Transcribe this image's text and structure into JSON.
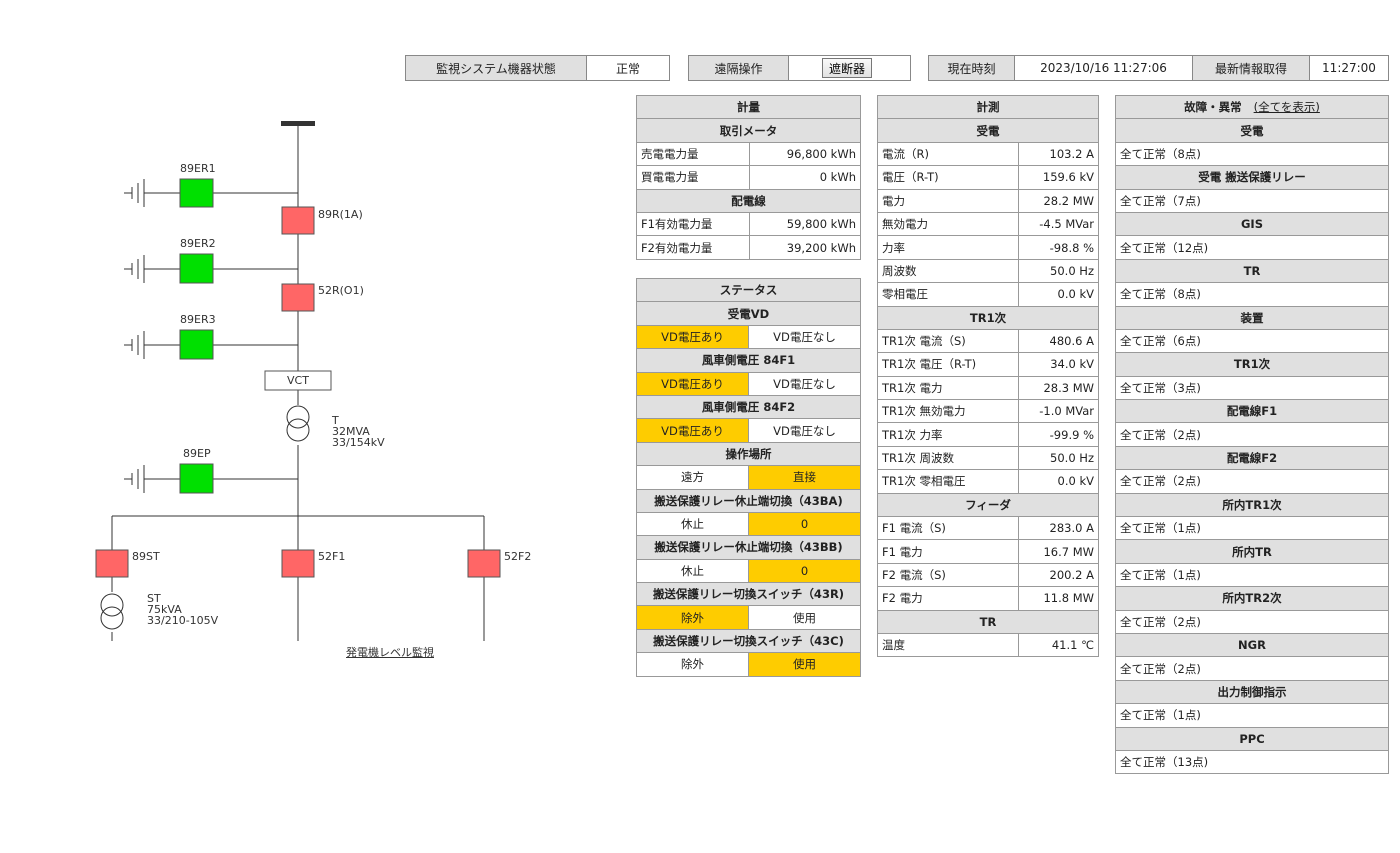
{
  "topbar": {
    "monitor_label": "監視システム機器状態",
    "monitor_value": "正常",
    "remote_label": "遠隔操作",
    "remote_button": "遮断器",
    "time_label": "現在時刻",
    "time_value": "2023/10/16 11:27:06",
    "latest_label": "最新情報取得",
    "latest_value": "11:27:00"
  },
  "diagram": {
    "labels": {
      "er1": "89ER1",
      "r1a": "89R(1A)",
      "er2": "89ER2",
      "r52": "52R(O1)",
      "er3": "89ER3",
      "vct": "VCT",
      "t_name": "T",
      "t_cap": "32MVA",
      "t_volt": "33/154kV",
      "ep": "89EP",
      "st_sw": "89ST",
      "f1": "52F1",
      "f2": "52F2",
      "st_name": "ST",
      "st_cap": "75kVA",
      "st_volt": "33/210-105V"
    },
    "link": "発電機レベル監視",
    "colors": {
      "closed": "#ff6666",
      "open": "#00e000"
    }
  },
  "meter": {
    "title": "計量",
    "section1": "取引メータ",
    "rows1": [
      {
        "label": "売電電力量",
        "value": "96,800 kWh"
      },
      {
        "label": "買電電力量",
        "value": "0 kWh"
      }
    ],
    "section2": "配電線",
    "rows2": [
      {
        "label": "F1有効電力量",
        "value": "59,800 kWh"
      },
      {
        "label": "F2有効電力量",
        "value": "39,200 kWh"
      }
    ]
  },
  "status": {
    "title": "ステータス",
    "rows": [
      {
        "header": "受電VD",
        "left": "VD電圧あり",
        "right": "VD電圧なし",
        "active": "left"
      },
      {
        "header": "風車側電圧 84F1",
        "left": "VD電圧あり",
        "right": "VD電圧なし",
        "active": "left"
      },
      {
        "header": "風車側電圧 84F2",
        "left": "VD電圧あり",
        "right": "VD電圧なし",
        "active": "left"
      },
      {
        "header": "操作場所",
        "left": "遠方",
        "right": "直接",
        "active": "right"
      },
      {
        "header": "搬送保護リレー休止端切換（43BA)",
        "left": "休止",
        "right": "0",
        "active": "right"
      },
      {
        "header": "搬送保護リレー休止端切換（43BB)",
        "left": "休止",
        "right": "0",
        "active": "right"
      },
      {
        "header": "搬送保護リレー切換スイッチ（43R)",
        "left": "除外",
        "right": "使用",
        "active": "left"
      },
      {
        "header": "搬送保護リレー切換スイッチ（43C)",
        "left": "除外",
        "right": "使用",
        "active": "right"
      }
    ],
    "active_color": "#fecc00"
  },
  "measure": {
    "title": "計測",
    "sections": [
      {
        "header": "受電",
        "rows": [
          {
            "label": "電流（R)",
            "value": "103.2 A"
          },
          {
            "label": "電圧（R-T)",
            "value": "159.6 kV"
          },
          {
            "label": "電力",
            "value": "28.2 MW"
          },
          {
            "label": "無効電力",
            "value": "-4.5 MVar"
          },
          {
            "label": "力率",
            "value": "-98.8 %"
          },
          {
            "label": "周波数",
            "value": "50.0 Hz"
          },
          {
            "label": "零相電圧",
            "value": "0.0 kV"
          }
        ]
      },
      {
        "header": "TR1次",
        "rows": [
          {
            "label": "TR1次 電流（S)",
            "value": "480.6 A"
          },
          {
            "label": "TR1次 電圧（R-T)",
            "value": "34.0 kV"
          },
          {
            "label": "TR1次 電力",
            "value": "28.3 MW"
          },
          {
            "label": "TR1次 無効電力",
            "value": "-1.0 MVar"
          },
          {
            "label": "TR1次 力率",
            "value": "-99.9 %"
          },
          {
            "label": "TR1次 周波数",
            "value": "50.0 Hz"
          },
          {
            "label": "TR1次 零相電圧",
            "value": "0.0 kV"
          }
        ]
      },
      {
        "header": "フィーダ",
        "rows": [
          {
            "label": "F1 電流（S)",
            "value": "283.0 A"
          },
          {
            "label": "F1 電力",
            "value": "16.7 MW"
          },
          {
            "label": "F2 電流（S)",
            "value": "200.2 A"
          },
          {
            "label": "F2 電力",
            "value": "11.8 MW"
          }
        ]
      },
      {
        "header": "TR",
        "rows": [
          {
            "label": "温度",
            "value": "41.1 ℃"
          }
        ]
      }
    ]
  },
  "faults": {
    "title": "故障・異常",
    "show_all": "(全てを表示)",
    "sections": [
      {
        "header": "受電",
        "value": "全て正常（8点)"
      },
      {
        "header": "受電 搬送保護リレー",
        "value": "全て正常（7点)"
      },
      {
        "header": "GIS",
        "value": "全て正常（12点)"
      },
      {
        "header": "TR",
        "value": "全て正常（8点)"
      },
      {
        "header": "装置",
        "value": "全て正常（6点)"
      },
      {
        "header": "TR1次",
        "value": "全て正常（3点)"
      },
      {
        "header": "配電線F1",
        "value": "全て正常（2点)"
      },
      {
        "header": "配電線F2",
        "value": "全て正常（2点)"
      },
      {
        "header": "所内TR1次",
        "value": "全て正常（1点)"
      },
      {
        "header": "所内TR",
        "value": "全て正常（1点)"
      },
      {
        "header": "所内TR2次",
        "value": "全て正常（2点)"
      },
      {
        "header": "NGR",
        "value": "全て正常（2点)"
      },
      {
        "header": "出力制御指示",
        "value": "全て正常（1点)"
      },
      {
        "header": "PPC",
        "value": "全て正常（13点)"
      }
    ]
  }
}
